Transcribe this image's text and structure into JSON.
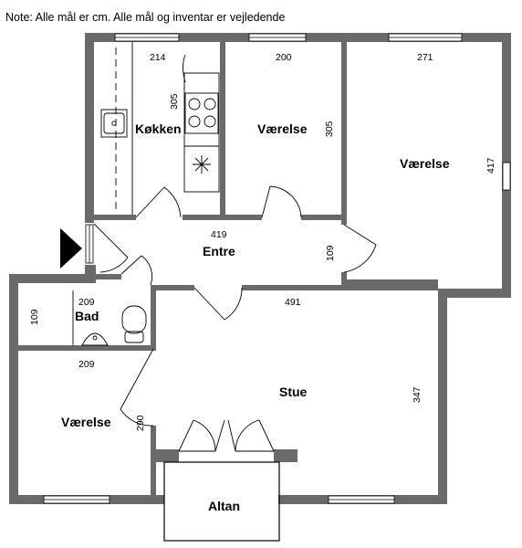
{
  "note": "Note: Alle mål er cm. Alle mål og inventar er vejledende",
  "rooms": {
    "kitchen": "Køkken",
    "bedroom_mid": "Værelse",
    "bedroom_right": "Værelse",
    "hall": "Entre",
    "bath": "Bad",
    "bedroom_left": "Værelse",
    "living": "Stue",
    "balcony": "Altan"
  },
  "dimensions": {
    "kitchen_w": "214",
    "kitchen_h": "305",
    "bedroom_mid_w": "200",
    "bedroom_mid_h": "305",
    "bedroom_right_w": "271",
    "bedroom_right_h": "417",
    "hall_w": "419",
    "hall_h": "109",
    "bath_w": "209",
    "bath_h": "109",
    "living_w": "491",
    "living_h": "347",
    "bedroom_left_w": "209",
    "bedroom_left_h": "290"
  },
  "colors": {
    "wall": "#6a6a6a",
    "line": "#000000"
  },
  "icons": [
    "entrance-arrow-icon",
    "sink-icon",
    "stove-icon",
    "toilet-icon",
    "washbasin-icon"
  ]
}
